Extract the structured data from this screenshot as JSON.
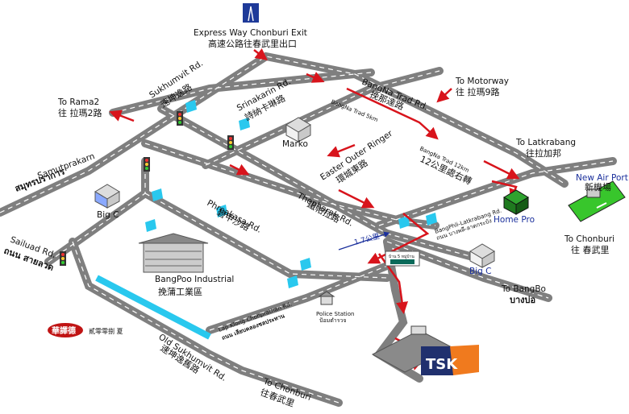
{
  "labels": {
    "expressway_en": "Express Way Chonburi Exit",
    "expressway_zh": "高速公路往春武里出口",
    "sukhumvit_en": "Sukhumvit Rd.",
    "sukhumvit_zh": "速坤逸路",
    "srinakarin_en": "Srinakarin Rd.",
    "srinakarin_zh": "詩納卡琳路",
    "bangna_trad_en": "BangNa Trad Rd.",
    "bangna_trad_zh": "挽那達路",
    "bangna_trad_5km": "BangNa Trad 5km",
    "to_motorway_en": "To Motorway",
    "to_motorway_zh": "往 拉瑪9路",
    "to_rama2_en": "To Rama2",
    "to_rama2_zh": "往 拉瑪2路",
    "marko": "Marko",
    "eastern_ringer_en": "Easter Outer Ringer",
    "eastern_ringer_zh": "環城東路",
    "bangna_trad_12km_en": "BangNa Trad 12km",
    "bangna_trad_12km_zh": "12公里處右轉",
    "to_latkrabang_en": "To Latkrabang",
    "to_latkrabang_zh": "往拉加邦",
    "new_airport_en": "New Air Port",
    "new_airport_zh": "新機場",
    "samutprakarn_en": "Samutprakarn",
    "samutprakarn_th": "สมุทรปราการ",
    "bigc_left": "Big C",
    "sailuad_en": "Sailuad Rd.",
    "sailuad_th": "ถนน สายลวด",
    "phreakasa_en": "Phreakasa Rd.",
    "phreakasa_zh": "碧甲沙路",
    "thepharak_en": "Thepharak Rd.",
    "thepharak_zh": "鐵帕拉路",
    "home_pro": "Home Pro",
    "to_chonburi_right_en": "To Chonburi",
    "to_chonburi_right_zh": "往 春武里",
    "bangpli_en": "BangPhli-Latkrabang Rd.",
    "bangpli_th": "ถนน บางพลี-ลาดกระบัง",
    "distance": "1.7公里",
    "bigc_right": "Big C",
    "bangpoo_en": "BangPoo Industrial",
    "bangpoo_zh": "挽蒲工業區",
    "to_bangbo_en": "To BangBo",
    "to_bangbo_th": "บางบ่อ",
    "klong_en": "Lap Klong Chonprathan Rd.",
    "klong_th": "ถนน เลียบคลองชลประทาน",
    "police_en": "Police Station",
    "police_th": "ป้อมตำรวจ",
    "old_sukhumvit_en": "Old Sukhumvit Rd.",
    "old_sukhumvit_zh": "速坤逸舊路",
    "to_chonburi_bottom_en": "To Chonburi",
    "to_chonburi_bottom_zh": "往春武里",
    "company_logo_text": "華譯德",
    "company_name_zh": "貳零零捌 夏",
    "tsk_logo": "TSK",
    "sign_text": "บ้าน 5 หมู่บ้าน"
  },
  "colors": {
    "road": "#7f7f7f",
    "road_dash": "#ffffff",
    "route_arrow": "#d8141c",
    "canal": "#29c8ee",
    "airport_green": "#38c62c",
    "text_blue": "#1a2f9c",
    "tsk_navy": "#20306e",
    "tsk_orange": "#f07a1e"
  },
  "icons": [
    "expressway-sign-icon",
    "traffic-light-icon",
    "building-icon",
    "factory-icon",
    "airport-icon",
    "police-icon",
    "tsk-logo-icon",
    "company-logo-icon"
  ]
}
